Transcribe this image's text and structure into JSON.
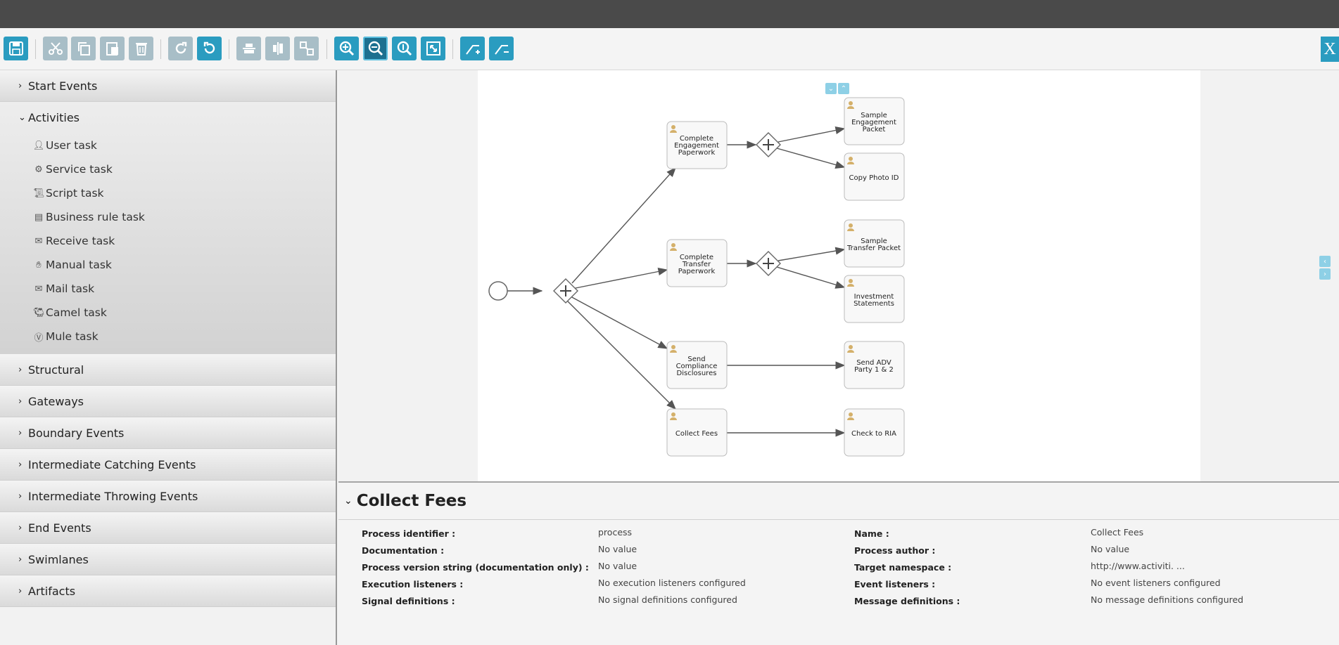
{
  "toolbar": {
    "buttons": [
      {
        "name": "save-button",
        "icon": "save-icon"
      },
      {
        "name": "cut-button",
        "icon": "scissors-icon"
      },
      {
        "name": "copy-button",
        "icon": "copy-icon"
      },
      {
        "name": "paste-button",
        "icon": "paste-icon"
      },
      {
        "name": "delete-button",
        "icon": "trash-icon"
      },
      {
        "name": "redo-button",
        "icon": "redo-icon"
      },
      {
        "name": "undo-button",
        "icon": "undo-icon"
      },
      {
        "name": "align-vertical-button",
        "icon": "align-vertical-icon"
      },
      {
        "name": "align-horizontal-button",
        "icon": "align-horizontal-icon"
      },
      {
        "name": "same-size-button",
        "icon": "same-size-icon"
      },
      {
        "name": "zoom-in-button",
        "icon": "zoom-in-icon"
      },
      {
        "name": "zoom-out-button",
        "icon": "zoom-out-icon"
      },
      {
        "name": "zoom-actual-button",
        "icon": "zoom-actual-icon"
      },
      {
        "name": "zoom-fit-button",
        "icon": "zoom-fit-icon"
      },
      {
        "name": "add-bendpoint-button",
        "icon": "add-bendpoint-icon"
      },
      {
        "name": "remove-bendpoint-button",
        "icon": "remove-bendpoint-icon"
      }
    ],
    "close_label": "X"
  },
  "palette": {
    "groups": [
      {
        "label": "Start Events",
        "expanded": false
      },
      {
        "label": "Activities",
        "expanded": true,
        "items": [
          {
            "label": "User task",
            "icon": "user-icon"
          },
          {
            "label": "Service task",
            "icon": "gear-icon"
          },
          {
            "label": "Script task",
            "icon": "script-icon"
          },
          {
            "label": "Business rule task",
            "icon": "table-icon"
          },
          {
            "label": "Receive task",
            "icon": "envelope-open-icon"
          },
          {
            "label": "Manual task",
            "icon": "hand-icon"
          },
          {
            "label": "Mail task",
            "icon": "envelope-icon"
          },
          {
            "label": "Camel task",
            "icon": "camel-icon"
          },
          {
            "label": "Mule task",
            "icon": "mule-icon"
          }
        ]
      },
      {
        "label": "Structural",
        "expanded": false
      },
      {
        "label": "Gateways",
        "expanded": false
      },
      {
        "label": "Boundary Events",
        "expanded": false
      },
      {
        "label": "Intermediate Catching Events",
        "expanded": false
      },
      {
        "label": "Intermediate Throwing Events",
        "expanded": false
      },
      {
        "label": "End Events",
        "expanded": false
      },
      {
        "label": "Swimlanes",
        "expanded": false
      },
      {
        "label": "Artifacts",
        "expanded": false
      }
    ]
  },
  "diagram": {
    "tasks": {
      "complete_engagement": [
        "Complete",
        "Engagement",
        "Paperwork"
      ],
      "complete_transfer": [
        "Complete",
        "Transfer",
        "Paperwork"
      ],
      "send_compliance": [
        "Send",
        "Compliance",
        "Disclosures"
      ],
      "collect_fees": [
        "Collect Fees"
      ],
      "sample_engagement": [
        "Sample",
        "Engagement",
        "Packet"
      ],
      "copy_photo_id": [
        "Copy Photo ID"
      ],
      "sample_transfer": [
        "Sample",
        "Transfer Packet"
      ],
      "investment_statements": [
        "Investment",
        "Statements"
      ],
      "send_adv": [
        "Send ADV",
        "Party 1 & 2"
      ],
      "check_ria": [
        "Check to RIA"
      ]
    }
  },
  "properties": {
    "title": "Collect Fees",
    "left": [
      {
        "label": "Process identifier :",
        "value": "process"
      },
      {
        "label": "Documentation :",
        "value": "No value"
      },
      {
        "label": "Process version string (documentation only) :",
        "value": "No value"
      },
      {
        "label": "Execution listeners :",
        "value": "No execution listeners configured"
      },
      {
        "label": "Signal definitions :",
        "value": "No signal definitions configured"
      }
    ],
    "right": [
      {
        "label": "Name :",
        "value": "Collect Fees"
      },
      {
        "label": "Process author :",
        "value": "No value"
      },
      {
        "label": "Target namespace :",
        "value": "http://www.activiti. ..."
      },
      {
        "label": "Event listeners :",
        "value": "No event listeners configured"
      },
      {
        "label": "Message definitions :",
        "value": "No message definitions configured"
      }
    ]
  }
}
